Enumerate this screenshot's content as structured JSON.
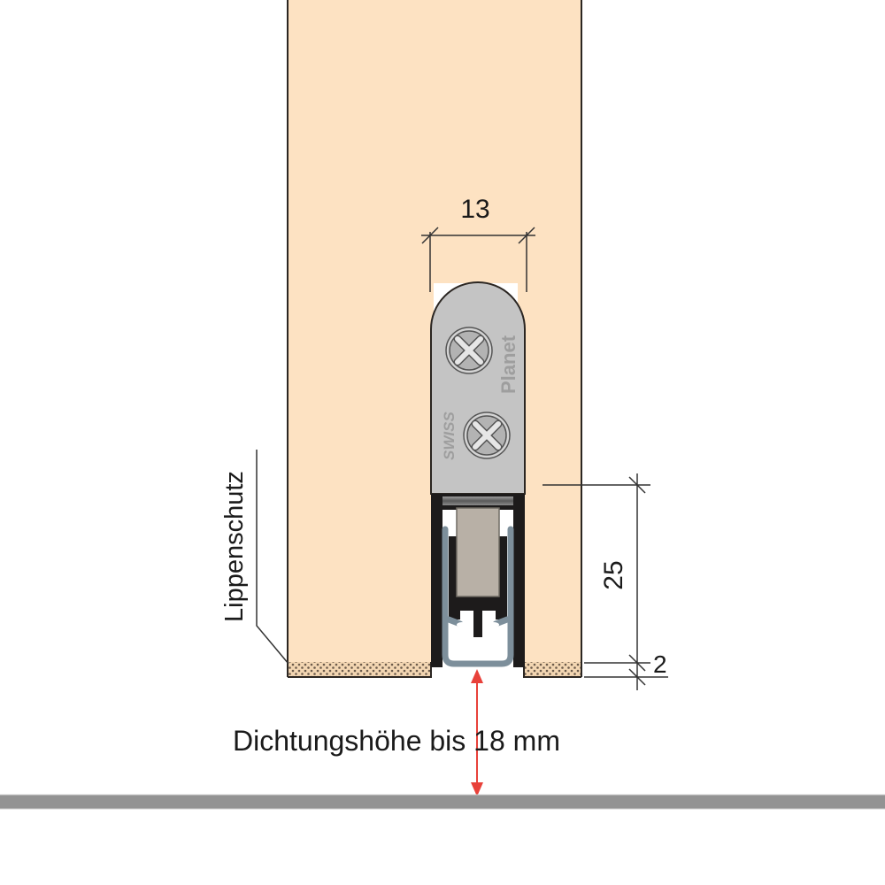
{
  "diagram": {
    "type": "technical-cross-section",
    "subject": "automatic door bottom seal in door leaf"
  },
  "labels": {
    "width_dimension": "13",
    "height_dimension": "25",
    "offset_dimension": "2",
    "lip_protection": "Lippenschutz",
    "seal_height": "Dichtungshöhe bis 18 mm"
  },
  "product_marks": {
    "brand_top": "Planet",
    "brand_bottom": "SWISS"
  },
  "colors": {
    "door_leaf": "#fde2c2",
    "door_outline": "#2b2622",
    "cap_plate": "#c4c4c4",
    "screw_inner": "#b3b3b3",
    "screw_cross": "#e6e6e6",
    "profile_black": "#1d1b1b",
    "seal_rubber": "#7d8f9b",
    "seal_core": "#b8b0a6",
    "floor": "#939393",
    "arrow_red": "#e8413a",
    "dimension_line": "#333333",
    "brand_text": "#9e9e9e"
  }
}
